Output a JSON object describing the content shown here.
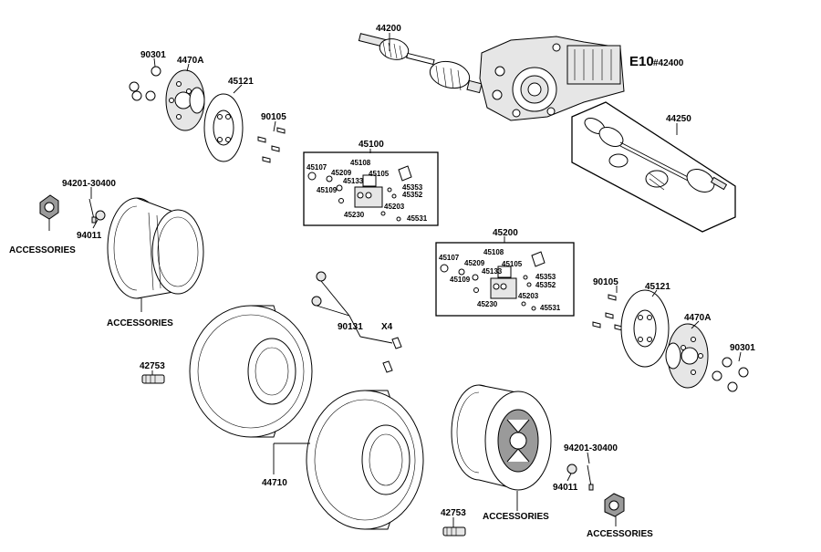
{
  "diagram": {
    "group_title": "E10",
    "group_ref": "#42400",
    "labels": {
      "axle_front": "44200",
      "axle_rear": "44250",
      "nut_left": "90301",
      "hub_left": "4470A",
      "disc_left": "45121",
      "bolt_left": "90105",
      "caliper_left": "45100",
      "valve_left": "94201-30400",
      "cap_left": "94011",
      "acc_nut_left": "ACCESSORIES",
      "acc_rim_left": "ACCESSORIES",
      "caliper_right": "45200",
      "bolt_right": "90105",
      "disc_right": "45121",
      "hub_right": "4470A",
      "nut_right": "90301",
      "lug": "90131",
      "lug_qty": "X4",
      "tire_tool_top": "42753",
      "tires": "44710",
      "valve_right": "94201-30400",
      "cap_right": "94011",
      "tire_tool_bottom": "42753",
      "acc_rim_right": "ACCESSORIES",
      "acc_nut_right": "ACCESSORIES"
    },
    "caliper_left_parts": {
      "p1": "45107",
      "p2": "45108",
      "p3": "45209",
      "p4": "45105",
      "p5": "45109",
      "p6": "45133",
      "p7": "45353",
      "p8": "45352",
      "p9": "45203",
      "p10": "45230",
      "p11": "45531"
    },
    "caliper_right_parts": {
      "p1": "45107",
      "p2": "45108",
      "p3": "45209",
      "p4": "45105",
      "p5": "45109",
      "p6": "45133",
      "p7": "45353",
      "p8": "45352",
      "p9": "45203",
      "p10": "45230",
      "p11": "45531"
    }
  }
}
